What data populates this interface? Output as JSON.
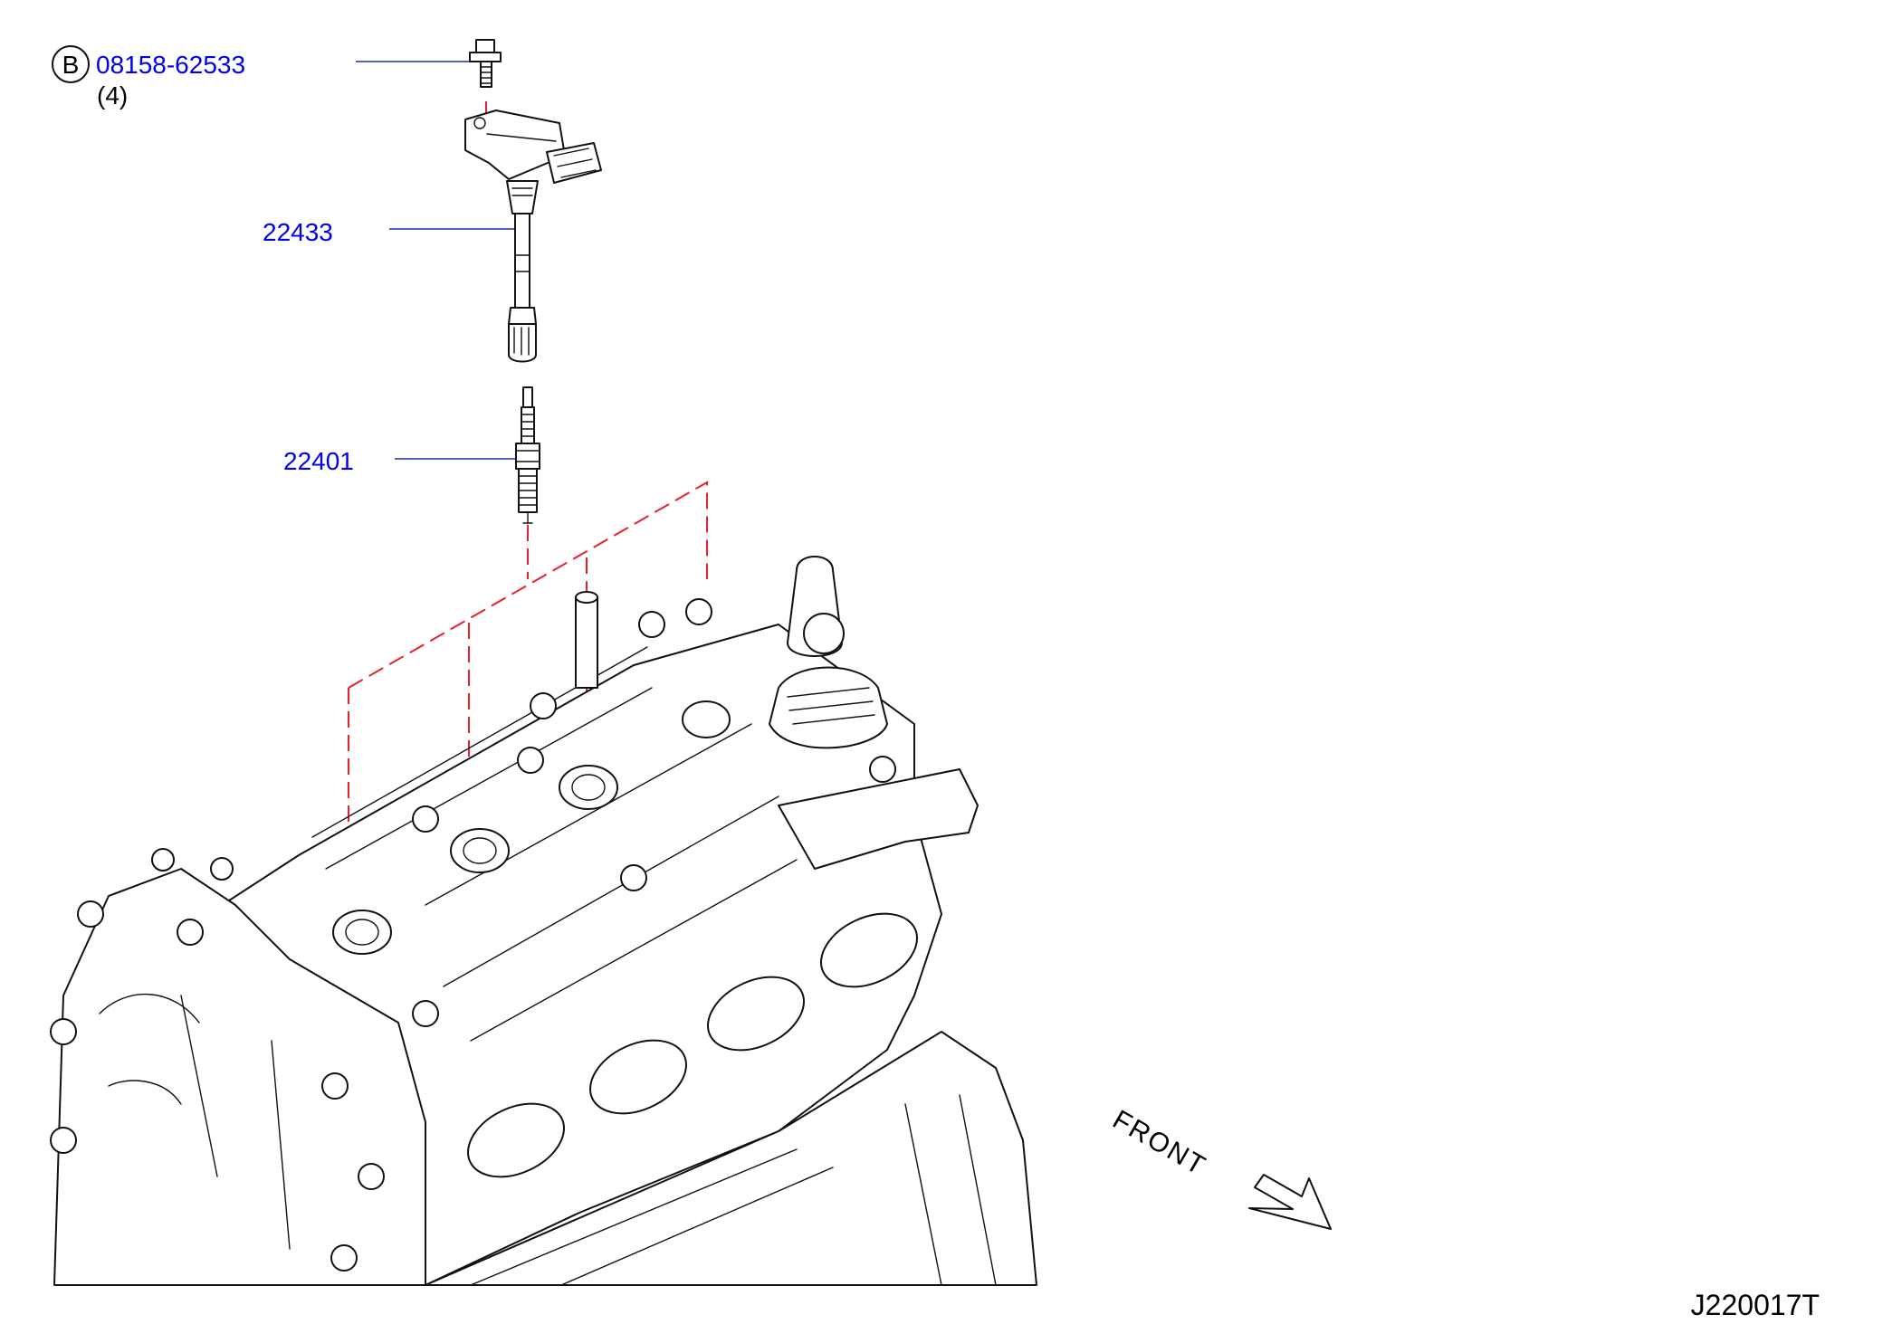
{
  "callouts": {
    "bolt": {
      "circle_letter": "B",
      "part_number": "08158-62533",
      "quantity": "(4)"
    },
    "ignition_coil": {
      "part_number": "22433"
    },
    "spark_plug": {
      "part_number": "22401"
    }
  },
  "front_label": "FRONT",
  "diagram_code": "J220017T",
  "colors": {
    "link": "#0000ee",
    "leader": "#1a2ea8",
    "guide_dash": "#e8202a"
  }
}
